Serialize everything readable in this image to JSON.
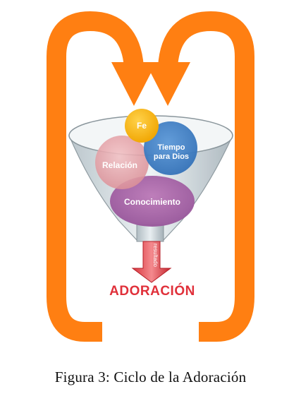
{
  "diagram": {
    "nodes": {
      "fe": "Fe",
      "tiempo_line1": "Tiempo",
      "tiempo_line2": "para Dios",
      "relacion": "Relación",
      "conocimiento": "Conocimiento"
    },
    "arrow_label": "resultado",
    "result_label": "ADORACIÓN",
    "colors": {
      "loop_orange": "#ff7f12",
      "funnel_gray": "#d4dde2",
      "fe_yellow": "#f6b418",
      "tiempo_blue": "#3f7fc4",
      "relacion_pink": "#e9a0a6",
      "conocimiento_purple": "#a45ea1",
      "result_red": "#e0303a"
    }
  },
  "caption": "Figura 3: Ciclo de la Adoración"
}
